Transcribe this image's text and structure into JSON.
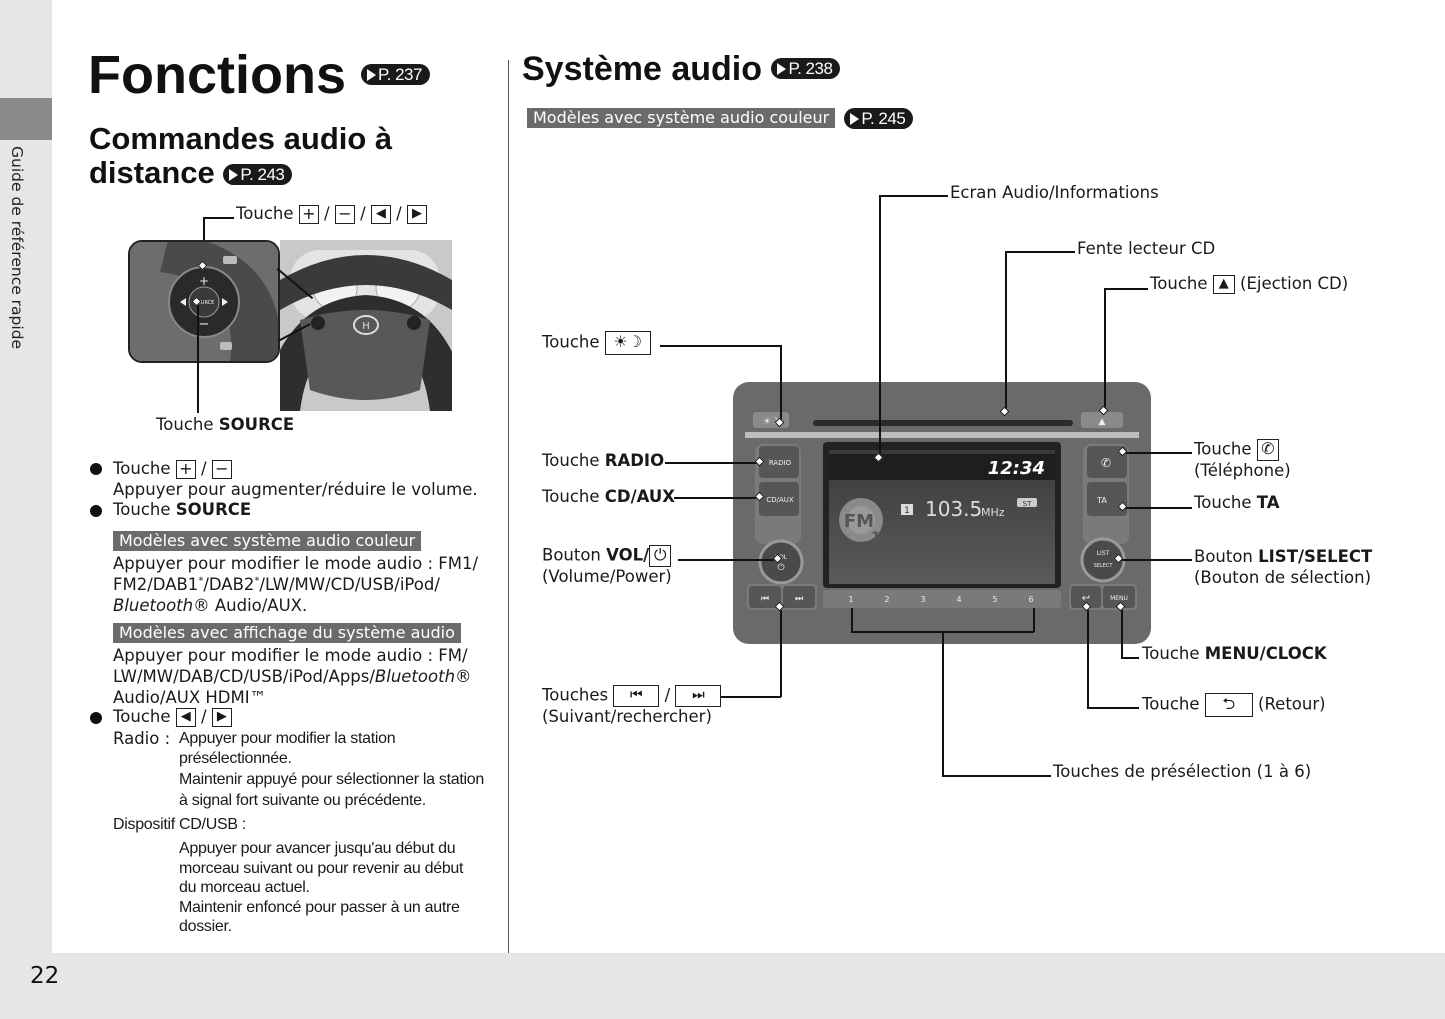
{
  "side_label": "Guide de référence rapide",
  "page_number": "22",
  "left": {
    "title": "Fonctions",
    "title_ref": "P. 237",
    "subtitle_line1": "Commandes audio à",
    "subtitle_line2": "distance",
    "subtitle_ref": "P. 243",
    "callout_top_prefix": "Touche",
    "callout_top_sep": "/",
    "callout_source_prefix": "Touche",
    "callout_source_bold": "SOURCE",
    "bullet1_prefix": "Touche",
    "bullet1_sep": "/",
    "bullet1_desc": "Appuyer pour augmenter/réduire le volume.",
    "bullet2_prefix": "Touche",
    "bullet2_bold": "SOURCE",
    "tag_color": "Modèles avec système audio couleur",
    "color_desc_line1": "Appuyer pour modifier le mode audio : FM1/",
    "color_desc_line2": "FM2/DAB1",
    "color_desc_line2b": "/DAB2",
    "color_desc_line2c": "/LW/MW/CD/USB/iPod/",
    "color_desc_line3_italic": "Bluetooth",
    "color_desc_line3": "® Audio/AUX.",
    "tag_display": "Modèles avec affichage du système audio",
    "display_desc_line1": "Appuyer pour modifier le mode audio : FM/",
    "display_desc_line2": "LW/MW/DAB/CD/USB/iPod/Apps/",
    "display_desc_line2_italic": "Bluetooth",
    "display_desc_line2_end": "®",
    "display_desc_line3": "Audio/AUX HDMI™",
    "bullet3_prefix": "Touche",
    "bullet3_sep": "/",
    "radio_label": "Radio :",
    "radio_line1": "Appuyer pour modifier la station",
    "radio_line2": "présélectionnée.",
    "radio_line3": "Maintenir appuyé pour sélectionner la station",
    "radio_line4": "à signal fort suivante ou précédente.",
    "cdusb_label": "Dispositif CD/USB :",
    "cdusb_line1": "Appuyer pour avancer jusqu'au début du",
    "cdusb_line2": "morceau suivant ou pour revenir au début",
    "cdusb_line3": "du morceau actuel.",
    "cdusb_line4": "Maintenir enfoncé pour passer à un autre",
    "cdusb_line5": "dossier.",
    "asterisk": "*"
  },
  "right": {
    "title": "Système audio",
    "title_ref": "P. 238",
    "tag": "Modèles avec système audio couleur",
    "tag_ref": "P. 245",
    "labels": {
      "screen": "Ecran Audio/Informations",
      "cd_slot": "Fente lecteur CD",
      "eject_prefix": "Touche",
      "eject_suffix": "(Ejection CD)",
      "day_night_prefix": "Touche",
      "radio_prefix": "Touche",
      "radio_bold": "RADIO",
      "cdaux_prefix": "Touche",
      "cdaux_bold": "CD/AUX",
      "vol_prefix": "Bouton",
      "vol_bold": "VOL/",
      "vol_sub": "(Volume/Power)",
      "tracks_prefix": "Touches",
      "tracks_sep": "/",
      "tracks_sub": "(Suivant/rechercher)",
      "phone_prefix": "Touche",
      "phone_sub": "(Téléphone)",
      "ta_prefix": "Touche",
      "ta_bold": "TA",
      "list_prefix": "Bouton",
      "list_bold": "LIST/SELECT",
      "list_sub": "(Bouton de sélection)",
      "menu_prefix": "Touche",
      "menu_bold": "MENU/CLOCK",
      "back_prefix": "Touche",
      "back_suffix": "(Retour)",
      "presets": "Touches de présélection (1 à 6)"
    },
    "unit": {
      "time": "12:34",
      "band": "FM",
      "band_num": "1",
      "preset_num": "1",
      "frequency": "103.5",
      "freq_unit": "MHz",
      "st": "ST",
      "btn_radio": "RADIO",
      "btn_cdaux": "CD/AUX",
      "btn_vol": "VOL",
      "btn_ta": "TA",
      "btn_list": "LIST",
      "btn_select": "SELECT",
      "btn_menu": "MENU",
      "presets": [
        "1",
        "2",
        "3",
        "4",
        "5",
        "6"
      ]
    }
  },
  "wheel_labels": {
    "plus": "+",
    "minus": "−",
    "source": "SOURCE"
  }
}
